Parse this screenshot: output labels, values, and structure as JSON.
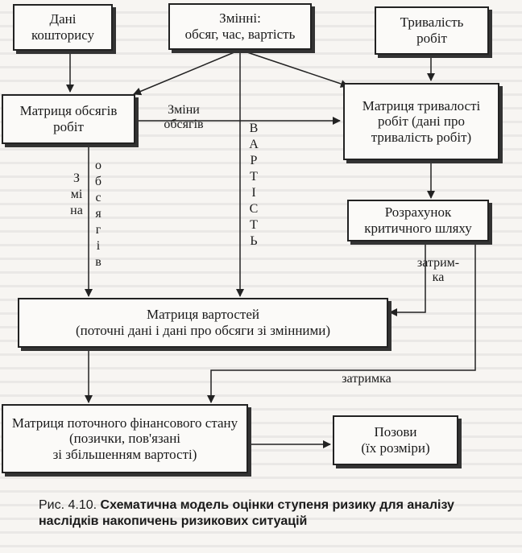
{
  "boxes": {
    "estimate": [
      "Дані",
      "кошторису"
    ],
    "variables": [
      "Змінні:",
      "обсяг, час, вартість"
    ],
    "duration": [
      "Тривалість",
      "робіт"
    ],
    "volume_matrix": [
      "Матриця обсягів",
      "робіт"
    ],
    "duration_matrix": [
      "Матриця тривалості",
      "робіт (дані про",
      "тривалість робіт)"
    ],
    "critical_path": [
      "Розрахунок",
      "критичного шляху"
    ],
    "cost_matrix": [
      "Матриця вартостей",
      "(поточні дані і дані про обсяги зі змінними)"
    ],
    "finance_matrix": [
      "Матриця поточного фінансового стану",
      "(позички, пов'язані",
      "зі збільшенням вартості)"
    ],
    "claims": [
      "Позови",
      "(їх розміри)"
    ]
  },
  "labels": {
    "volume_changes": [
      "Зміни",
      "обсягів"
    ],
    "delay_right": [
      "затрим-",
      "ка"
    ],
    "delay_bottom": "затримка"
  },
  "vertical_labels": {
    "zmina": [
      "З",
      "мі",
      "на"
    ],
    "obsyagiv": [
      "о",
      "б",
      "с",
      "я",
      "г",
      "і",
      "в"
    ],
    "vartist": [
      "В",
      "А",
      "Р",
      "Т",
      "І",
      "С",
      "Т",
      "Ь"
    ]
  },
  "caption": {
    "number": "Рис. 4.10.",
    "title": "Схематична модель оцінки ступеня ризику для аналізу наслідків накопичень ризикових ситуацій"
  }
}
